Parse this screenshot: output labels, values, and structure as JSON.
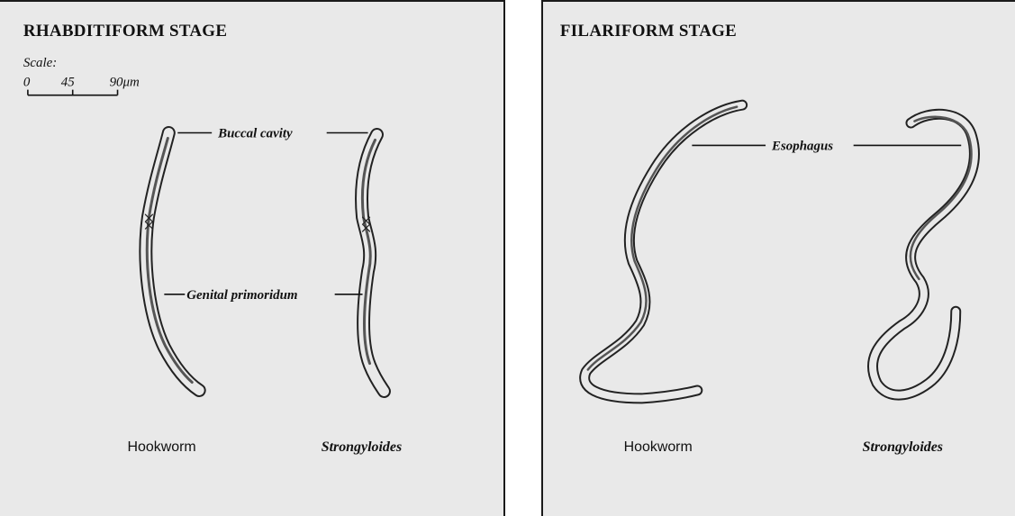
{
  "panels": {
    "rhabditiform": {
      "title": "RHABDITIFORM STAGE",
      "scale": {
        "label": "Scale:",
        "ticks": [
          "0",
          "45",
          "90μm"
        ]
      },
      "labels": {
        "buccal": "Buccal cavity",
        "genital": "Genital primoridum"
      },
      "names": {
        "hookworm": "Hookworm",
        "strongyloides": "Strongyloides"
      }
    },
    "filariform": {
      "title": "FILARIFORM STAGE",
      "labels": {
        "esophagus": "Esophagus"
      },
      "names": {
        "hookworm": "Hookworm",
        "strongyloides": "Strongyloides"
      }
    }
  }
}
